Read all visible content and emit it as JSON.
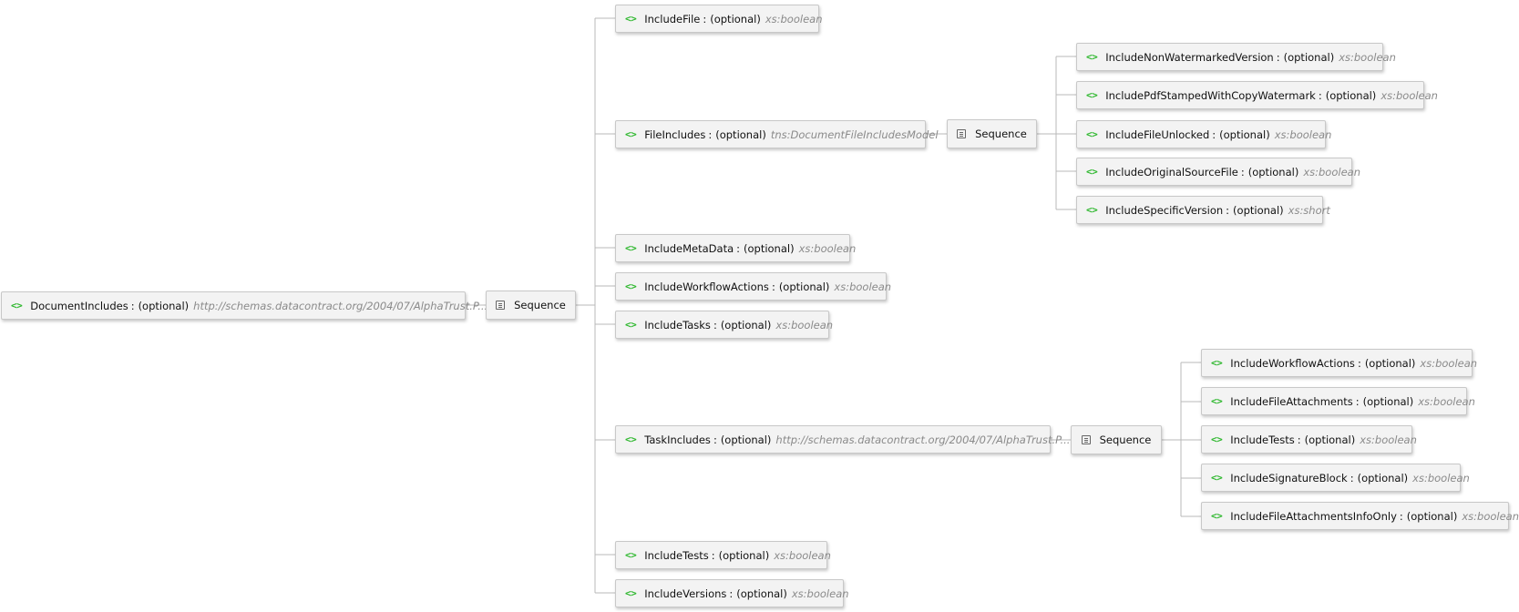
{
  "optional_label": "(optional)",
  "separator": ":",
  "icons": {
    "element": "element-angle-brackets-icon",
    "sequence": "sequence-list-icon"
  },
  "colors": {
    "element_icon": "#2fb82f",
    "type_text": "#8a8a8a",
    "connector": "#b8b8b8",
    "node_bg": "#f3f3f3"
  },
  "nodes": {
    "root": {
      "name": "DocumentIncludes",
      "type": "http://schemas.datacontract.org/2004/07/AlphaTrust.P..."
    },
    "seq_root": {
      "label": "Sequence"
    },
    "include_file": {
      "name": "IncludeFile",
      "type": "xs:boolean"
    },
    "file_includes": {
      "name": "FileIncludes",
      "type": "tns:DocumentFileIncludesModel"
    },
    "seq_file": {
      "label": "Sequence"
    },
    "fi_nonwatermarked": {
      "name": "IncludeNonWatermarkedVersion",
      "type": "xs:boolean"
    },
    "fi_pdfstamped": {
      "name": "IncludePdfStampedWithCopyWatermark",
      "type": "xs:boolean"
    },
    "fi_unlocked": {
      "name": "IncludeFileUnlocked",
      "type": "xs:boolean"
    },
    "fi_originalsource": {
      "name": "IncludeOriginalSourceFile",
      "type": "xs:boolean"
    },
    "fi_specificversion": {
      "name": "IncludeSpecificVersion",
      "type": "xs:short"
    },
    "include_metadata": {
      "name": "IncludeMetaData",
      "type": "xs:boolean"
    },
    "include_workflowactions": {
      "name": "IncludeWorkflowActions",
      "type": "xs:boolean"
    },
    "include_tasks": {
      "name": "IncludeTasks",
      "type": "xs:boolean"
    },
    "task_includes": {
      "name": "TaskIncludes",
      "type": "http://schemas.datacontract.org/2004/07/AlphaTrust.P..."
    },
    "seq_task": {
      "label": "Sequence"
    },
    "ti_workflowactions": {
      "name": "IncludeWorkflowActions",
      "type": "xs:boolean"
    },
    "ti_fileattachments": {
      "name": "IncludeFileAttachments",
      "type": "xs:boolean"
    },
    "ti_tests": {
      "name": "IncludeTests",
      "type": "xs:boolean"
    },
    "ti_signatureblock": {
      "name": "IncludeSignatureBlock",
      "type": "xs:boolean"
    },
    "ti_fileattachmentsinfoonly": {
      "name": "IncludeFileAttachmentsInfoOnly",
      "type": "xs:boolean"
    },
    "include_tests": {
      "name": "IncludeTests",
      "type": "xs:boolean"
    },
    "include_versions": {
      "name": "IncludeVersions",
      "type": "xs:boolean"
    }
  }
}
